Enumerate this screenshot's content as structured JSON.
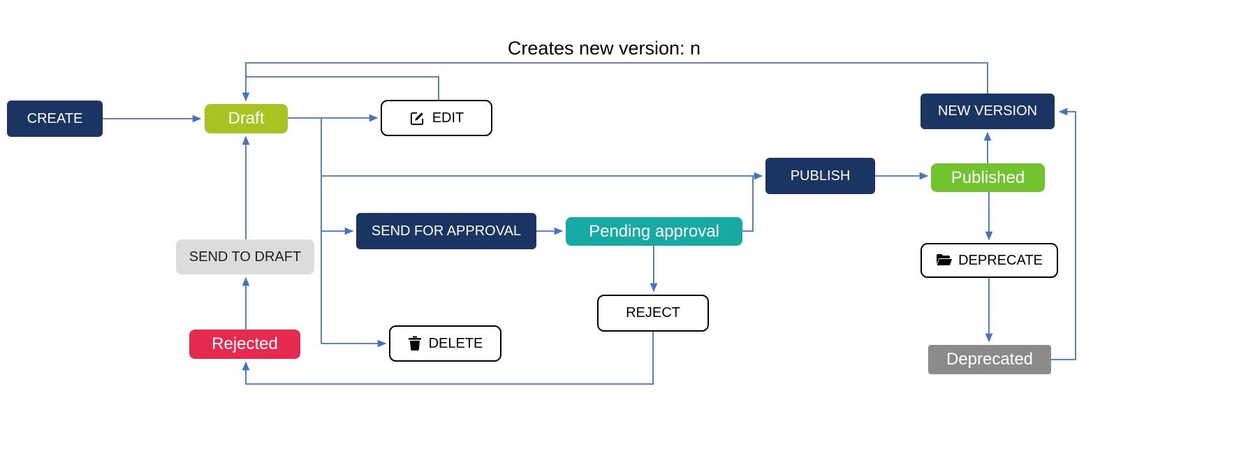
{
  "annotations": {
    "new_version_note": "Creates new version: n"
  },
  "nodes": {
    "create": {
      "label": "CREATE",
      "type": "action"
    },
    "draft": {
      "label": "Draft",
      "type": "state"
    },
    "edit": {
      "label": "EDIT",
      "type": "action",
      "icon": "pencil-square-icon"
    },
    "new_version": {
      "label": "NEW VERSION",
      "type": "action"
    },
    "publish": {
      "label": "PUBLISH",
      "type": "action"
    },
    "published": {
      "label": "Published",
      "type": "state"
    },
    "send_for_approval": {
      "label": "SEND FOR APPROVAL",
      "type": "action"
    },
    "pending_approval": {
      "label": "Pending approval",
      "type": "state"
    },
    "send_to_draft": {
      "label": "SEND TO DRAFT",
      "type": "action"
    },
    "reject": {
      "label": "REJECT",
      "type": "action"
    },
    "rejected": {
      "label": "Rejected",
      "type": "state"
    },
    "delete": {
      "label": "DELETE",
      "type": "action",
      "icon": "trash-icon"
    },
    "deprecate": {
      "label": "DEPRECATE",
      "type": "action",
      "icon": "folder-open-icon"
    },
    "deprecated": {
      "label": "Deprecated",
      "type": "state"
    }
  },
  "edges": [
    {
      "from": "CREATE",
      "to": "Draft"
    },
    {
      "from": "Draft",
      "to": "EDIT"
    },
    {
      "from": "EDIT",
      "to": "Draft"
    },
    {
      "from": "Draft",
      "to": "PUBLISH"
    },
    {
      "from": "Draft",
      "to": "SEND FOR APPROVAL"
    },
    {
      "from": "Draft",
      "to": "DELETE"
    },
    {
      "from": "SEND FOR APPROVAL",
      "to": "Pending approval"
    },
    {
      "from": "Pending approval",
      "to": "PUBLISH"
    },
    {
      "from": "Pending approval",
      "to": "REJECT"
    },
    {
      "from": "REJECT",
      "to": "Rejected"
    },
    {
      "from": "Rejected",
      "to": "SEND TO DRAFT"
    },
    {
      "from": "SEND TO DRAFT",
      "to": "Draft"
    },
    {
      "from": "PUBLISH",
      "to": "Published"
    },
    {
      "from": "Published",
      "to": "NEW VERSION"
    },
    {
      "from": "NEW VERSION",
      "to": "Draft",
      "label": "Creates new version: n"
    },
    {
      "from": "Published",
      "to": "DEPRECATE"
    },
    {
      "from": "DEPRECATE",
      "to": "Deprecated"
    },
    {
      "from": "Deprecated",
      "to": "NEW VERSION"
    }
  ],
  "colors": {
    "navy": "#1b3563",
    "lime": "#a9c323",
    "green": "#72c42e",
    "teal": "#17a9a4",
    "red": "#e62a4f",
    "gray-light": "#dcdcdc",
    "gray-dark": "#8b8b8b",
    "arrow": "#4472c4"
  }
}
